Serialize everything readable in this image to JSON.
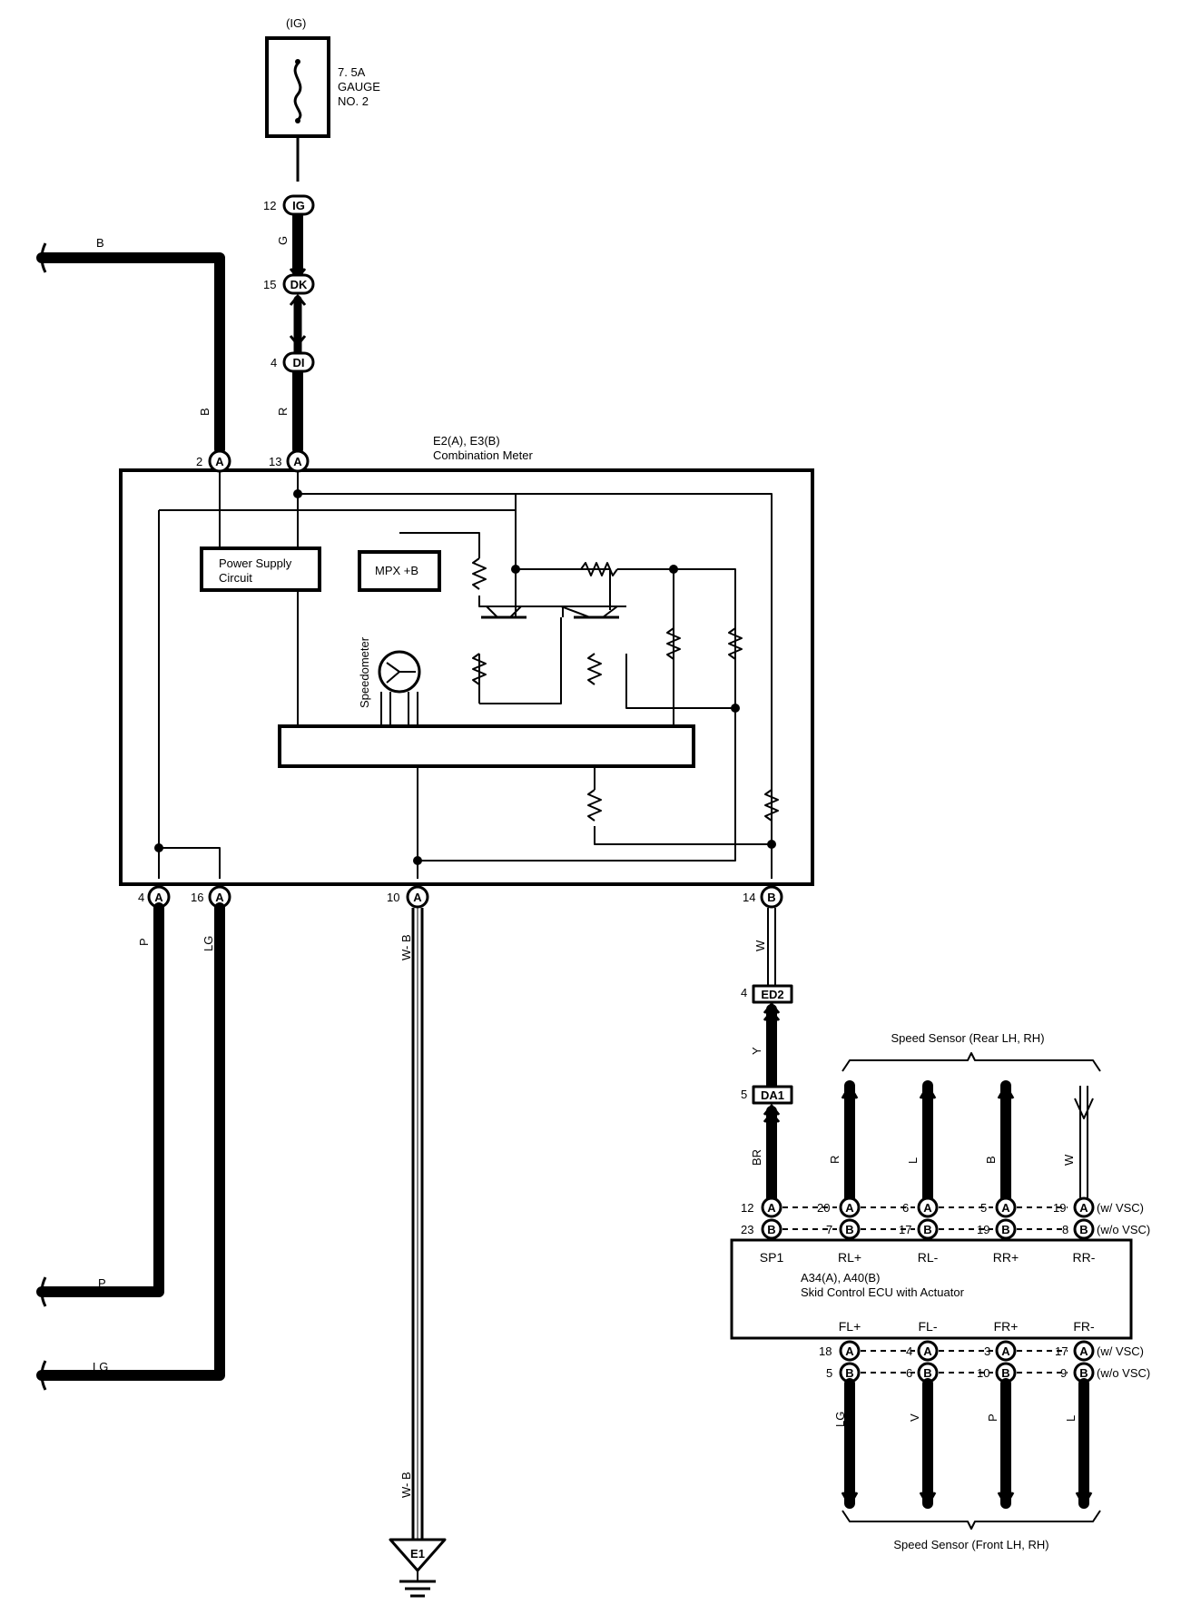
{
  "fuse": {
    "source": "(IG)",
    "rating": "7. 5A",
    "name_line1": "GAUGE",
    "name_line2": "NO. 2"
  },
  "combination_meter": {
    "connector": "E2(A), E3(B)",
    "name": "Combination Meter",
    "power_supply_line1": "Power Supply",
    "power_supply_line2": "Circuit",
    "mpx": "MPX +B",
    "speedometer": "Speedometer"
  },
  "junctions": [
    {
      "pin": "12",
      "id": "IG"
    },
    {
      "pin": "15",
      "id": "DK"
    },
    {
      "pin": "4",
      "id": "DI"
    }
  ],
  "meter_pins": {
    "top_left": {
      "pin": "2",
      "letter": "A",
      "wire": "B"
    },
    "top_right": {
      "pin": "13",
      "letter": "A",
      "wire": "R"
    },
    "bottom": [
      {
        "pin": "4",
        "letter": "A",
        "wire": "P"
      },
      {
        "pin": "16",
        "letter": "A",
        "wire": "LG"
      },
      {
        "pin": "10",
        "letter": "A",
        "wire": "W- B"
      },
      {
        "pin": "14",
        "letter": "B",
        "wire": "W"
      }
    ]
  },
  "wire_colors": {
    "ig_to_dk": "G",
    "dk_to_meter": "R",
    "top_left_b": "B",
    "left_p": "P",
    "left_lg": "LG",
    "ground_lower": "W- B",
    "ed2_da1": "Y",
    "da1_ecu": "BR"
  },
  "connectors": {
    "ed2": {
      "pin": "4",
      "id": "ED2"
    },
    "da1": {
      "pin": "5",
      "id": "DA1"
    }
  },
  "ground": {
    "id": "E1"
  },
  "ecu": {
    "connector": "A34(A), A40(B)",
    "name": "Skid Control ECU with Actuator",
    "top_terminals": [
      "SP1",
      "RL+",
      "RL-",
      "RR+",
      "RR-"
    ],
    "bottom_terminals": [
      "FL+",
      "FL-",
      "FR+",
      "FR-"
    ],
    "top_row_a": [
      "12",
      "20",
      "6",
      "5",
      "19"
    ],
    "top_row_b": [
      "23",
      "7",
      "17",
      "19",
      "8"
    ],
    "bottom_row_a": [
      "18",
      "4",
      "3",
      "17"
    ],
    "bottom_row_b": [
      "5",
      "6",
      "10",
      "9"
    ],
    "with_vsc": "(w/ VSC)",
    "without_vsc": "(w/o VSC)",
    "letter_a": "A",
    "letter_b": "B"
  },
  "rear_sensor": {
    "label": "Speed Sensor (Rear LH,  RH)",
    "wires": [
      "R",
      "L",
      "B",
      "W"
    ]
  },
  "front_sensor": {
    "label": "Speed Sensor (Front LH,  RH)",
    "wires": [
      "LG",
      "V",
      "P",
      "L"
    ]
  }
}
